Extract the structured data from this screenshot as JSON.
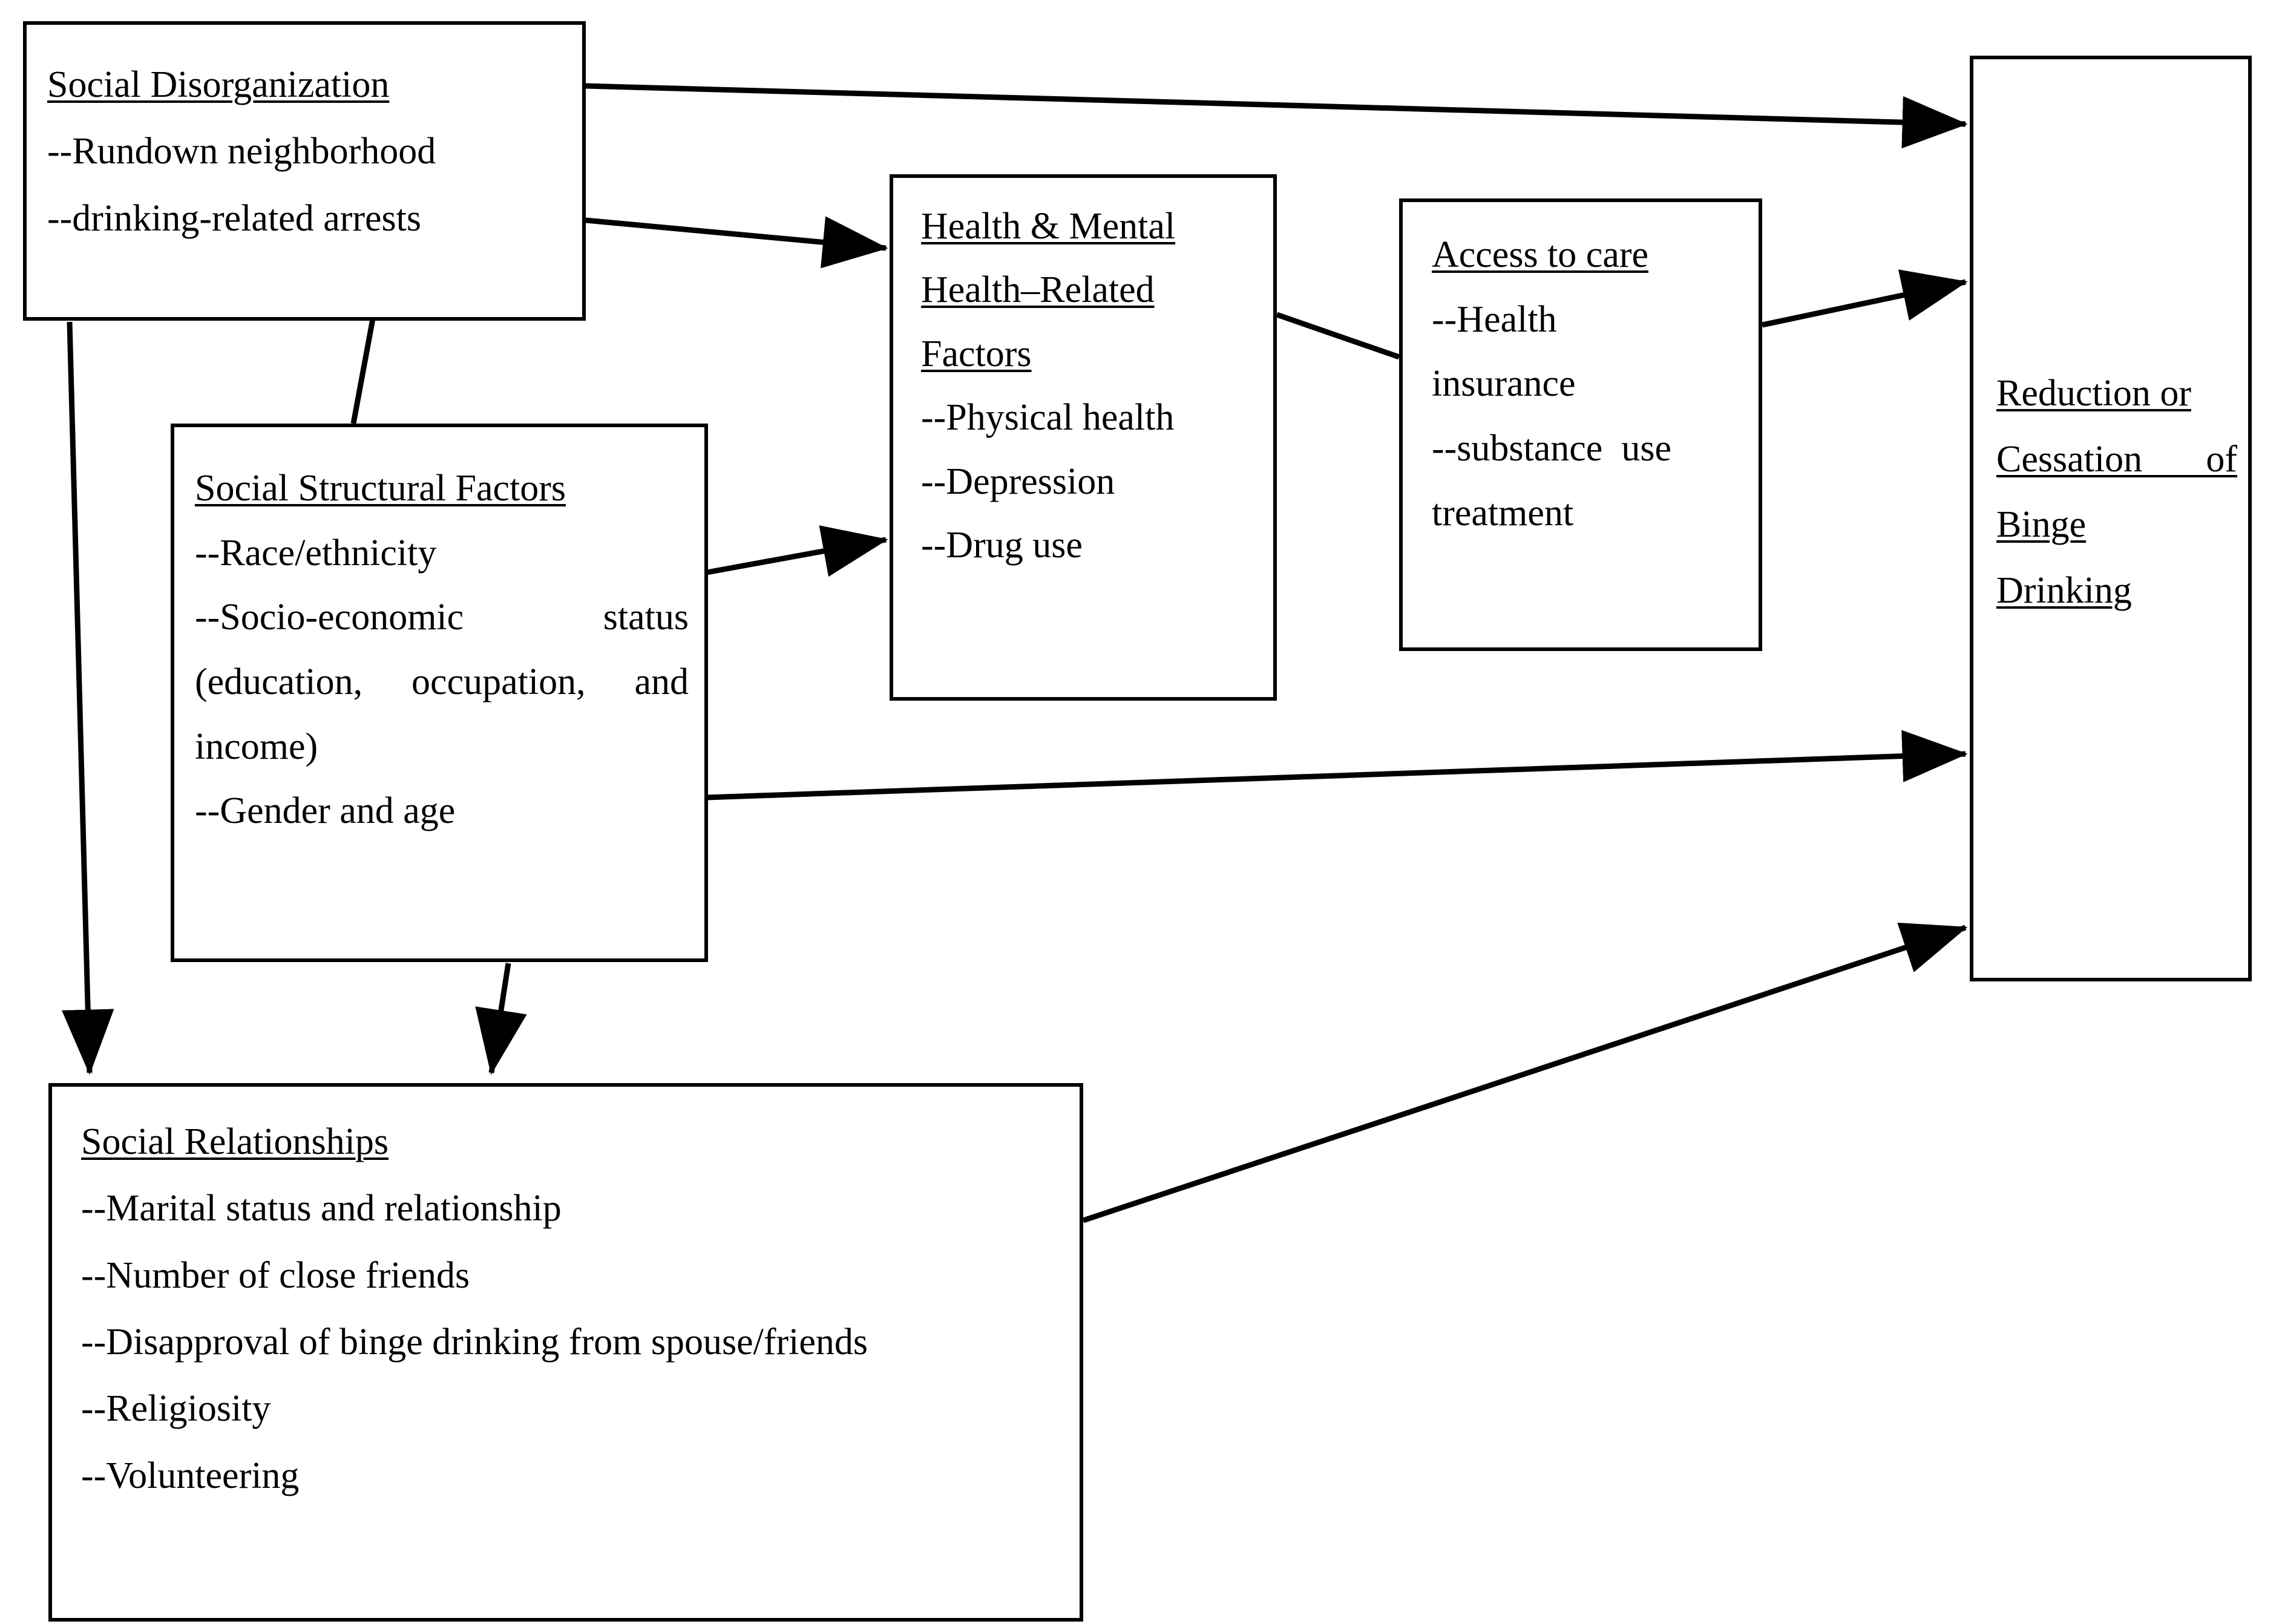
{
  "diagram": {
    "type": "conceptual-flow-diagram",
    "nodes": {
      "social_disorganization": {
        "title": "Social Disorganization",
        "items": [
          "--Rundown neighborhood",
          "--drinking-related arrests"
        ]
      },
      "social_structural_factors": {
        "title": "Social Structural Factors",
        "items": [
          "--Race/ethnicity",
          "--Socio-economic status (education, occupation, and income)",
          "--Gender and age"
        ]
      },
      "health_mental_health": {
        "title_line1": "Health & Mental",
        "title_line2": "Health–Related",
        "title_line3": "Factors",
        "items": [
          "--Physical health",
          "--Depression",
          "--Drug use"
        ]
      },
      "access_to_care": {
        "title": "Access to care",
        "item1_line1": "--Health",
        "item1_line2": "insurance",
        "item2_line1": "--substance  use",
        "item2_line2": "treatment"
      },
      "outcome": {
        "title_line1": "Reduction or",
        "title_line2": "Cessation of",
        "title_line3": "Binge",
        "title_line4": "Drinking"
      },
      "social_relationships": {
        "title": "Social Relationships",
        "items": [
          "--Marital status and relationship",
          "--Number of close friends",
          "--Disapproval of binge drinking from spouse/friends",
          "--Religiosity",
          "--Volunteering"
        ]
      }
    },
    "edges": [
      {
        "id": "sd-to-outcome",
        "from": "social_disorganization",
        "to": "outcome",
        "arrowhead": true
      },
      {
        "id": "sd-to-health",
        "from": "social_disorganization",
        "to": "health_mental_health",
        "arrowhead": true
      },
      {
        "id": "sd-to-ssf",
        "from": "social_disorganization",
        "to": "social_structural_factors",
        "arrowhead": false
      },
      {
        "id": "sd-to-srel",
        "from": "social_disorganization",
        "to": "social_relationships",
        "arrowhead": true
      },
      {
        "id": "ssf-to-health",
        "from": "social_structural_factors",
        "to": "health_mental_health",
        "arrowhead": true
      },
      {
        "id": "ssf-to-outcome",
        "from": "social_structural_factors",
        "to": "outcome",
        "arrowhead": true
      },
      {
        "id": "ssf-to-srel",
        "from": "social_structural_factors",
        "to": "social_relationships",
        "arrowhead": true
      },
      {
        "id": "health-to-access",
        "from": "health_mental_health",
        "to": "access_to_care",
        "arrowhead": false
      },
      {
        "id": "access-to-outcome",
        "from": "access_to_care",
        "to": "outcome",
        "arrowhead": true
      },
      {
        "id": "srel-to-outcome",
        "from": "social_relationships",
        "to": "outcome",
        "arrowhead": true
      }
    ],
    "style": {
      "stroke": "#000000",
      "background": "#ffffff",
      "text": "#000000"
    }
  }
}
